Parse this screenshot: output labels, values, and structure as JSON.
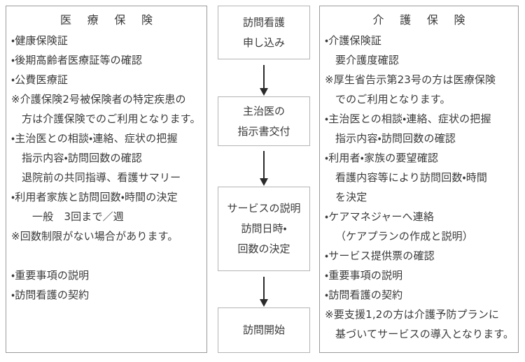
{
  "panels": {
    "left": {
      "title": "医 療 保 険",
      "lines": [
        {
          "text": "・健康保険証",
          "indent": 0
        },
        {
          "text": "・後期高齢者医療証等の確認",
          "indent": 0
        },
        {
          "text": "・公費医療証",
          "indent": 0
        },
        {
          "text": "※介護保険2号被保険者の特定疾患の",
          "indent": 0
        },
        {
          "text": "方は介護保険でのご利用となります。",
          "indent": 1
        },
        {
          "text": "・主治医との相談・連絡、症状の把握",
          "indent": 0
        },
        {
          "text": "指示内容・訪問回数の確認",
          "indent": 1
        },
        {
          "text": "退院前の共同指導、看護サマリー",
          "indent": 1
        },
        {
          "text": "・利用者家族と訪問回数・時間の決定",
          "indent": 0
        },
        {
          "text": "一般　3回まで／週",
          "indent": 2
        },
        {
          "text": "※回数制限がない場合があります。",
          "indent": 0
        },
        {
          "text": "",
          "indent": 0
        },
        {
          "text": "・重要事項の説明",
          "indent": 0
        },
        {
          "text": "・訪問看護の契約",
          "indent": 0
        }
      ]
    },
    "right": {
      "title": "介 護 保 険",
      "lines": [
        {
          "text": "・介護保険証",
          "indent": 0
        },
        {
          "text": "要介護度確認",
          "indent": 1
        },
        {
          "text": "※厚生省告示第23号の方は医療保険",
          "indent": 0
        },
        {
          "text": "でのご利用となります。",
          "indent": 1
        },
        {
          "text": "・主治医との相談・連絡、症状の把握",
          "indent": 0
        },
        {
          "text": "指示内容・訪問回数の確認",
          "indent": 1
        },
        {
          "text": "・利用者・家族の要望確認",
          "indent": 0
        },
        {
          "text": "看護内容等により訪問回数・時間",
          "indent": 1
        },
        {
          "text": "を決定",
          "indent": 1
        },
        {
          "text": "・ケアマネジャーへ連絡",
          "indent": 0
        },
        {
          "text": "（ケアプランの作成と説明）",
          "indent": 1
        },
        {
          "text": "・サービス提供票の確認",
          "indent": 0
        },
        {
          "text": "・重要事項の説明",
          "indent": 0
        },
        {
          "text": "・訪問看護の契約",
          "indent": 0
        },
        {
          "text": "※要支援1,2の方は介護予防プランに",
          "indent": 0
        },
        {
          "text": "基づいてサービスの導入となります。",
          "indent": 1
        }
      ]
    }
  },
  "flow": {
    "boxes": [
      {
        "lines": [
          "訪問看護",
          "申し込み"
        ]
      },
      {
        "lines": [
          "主治医の",
          "指示書交付"
        ]
      },
      {
        "lines": [
          "サービスの説明",
          "訪問日時・",
          "回数の決定"
        ]
      },
      {
        "lines": [
          "訪問開始"
        ]
      }
    ],
    "arrow_count": 3
  },
  "colors": {
    "panel_border": "#9a9a9a",
    "box_border": "#b4b4b4",
    "text": "#3a3a3a",
    "arrow": "#2b2b2b",
    "background": "#ffffff"
  }
}
